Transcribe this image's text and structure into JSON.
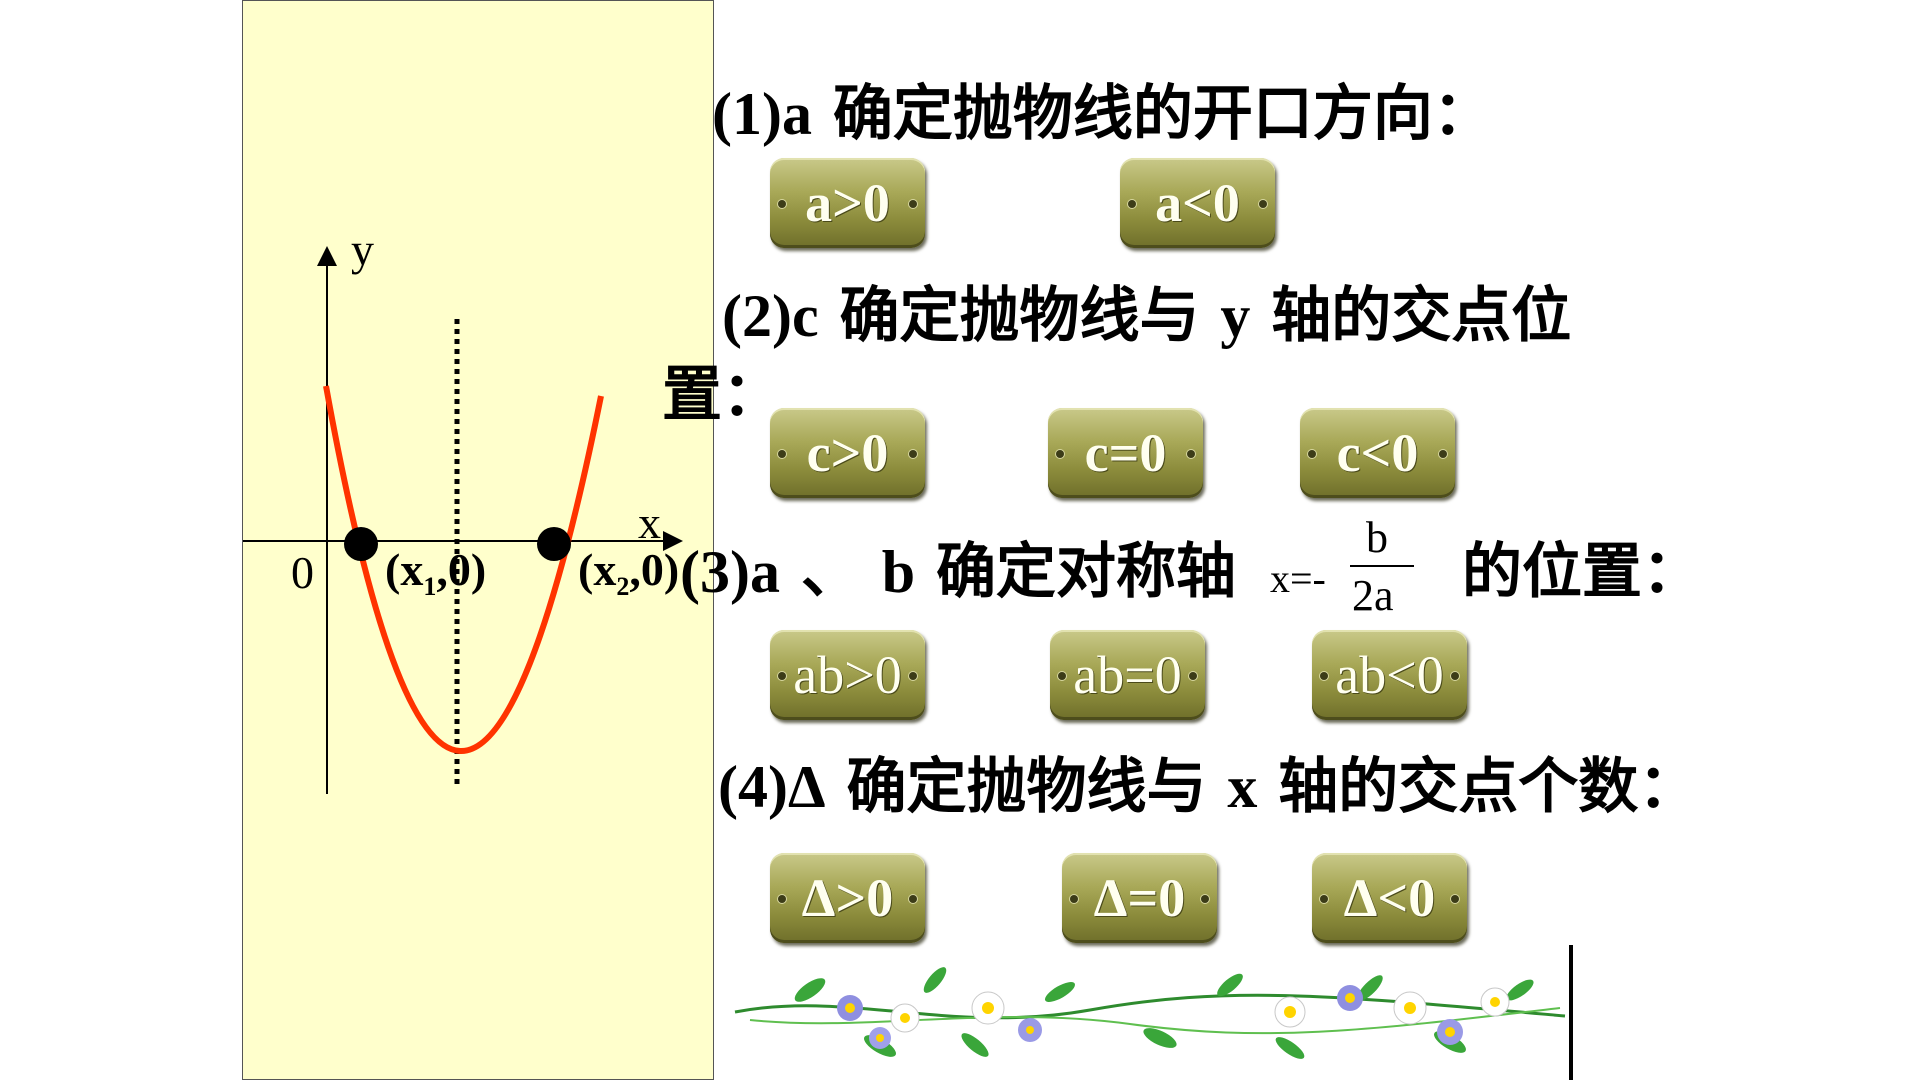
{
  "graph": {
    "axis_y_label": "y",
    "axis_x_label": "x",
    "origin_label": "0",
    "root1": {
      "open": "(x",
      "sub": "1",
      "close": ",0)"
    },
    "root2": {
      "open": "(x",
      "sub": "2",
      "close": ",0)"
    },
    "colors": {
      "curve": "#ff3300",
      "panel": "#ffffcc"
    }
  },
  "section1": {
    "prefix": "(1)a",
    "text": " 确定抛物线的开口方向：",
    "buttons": [
      "a>0",
      "a<0"
    ]
  },
  "section2": {
    "prefix": "(2)c",
    "text": " 确定抛物线与 ",
    "var": "y",
    "text2": " 轴的交点位",
    "text3": "置：",
    "buttons": [
      "c>0",
      "c=0",
      "c<0"
    ]
  },
  "section3": {
    "prefix": "(3)a",
    "sep": " 、 ",
    "var": "b",
    "text": " 确定对称轴",
    "formula_lhs": "x=-",
    "frac_num": "b",
    "frac_den": "2a",
    "text2": "的位置：",
    "buttons": [
      "ab>0",
      "ab=0",
      "ab<0"
    ]
  },
  "section4": {
    "prefix": "(4)Δ",
    "text": " 确定抛物线与 ",
    "var": "x",
    "text2": " 轴的交点个数：",
    "buttons": [
      "Δ>0",
      "Δ=0",
      "Δ<0"
    ]
  }
}
